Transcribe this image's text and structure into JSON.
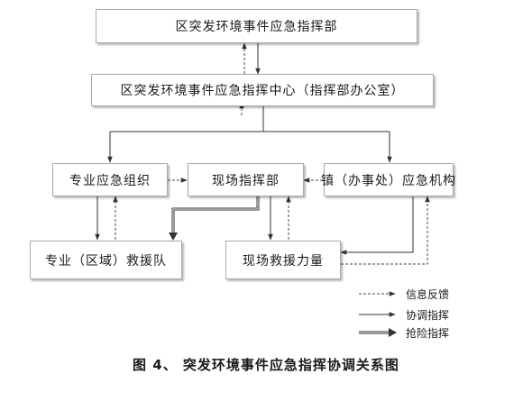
{
  "nodes": {
    "district_command": "区突发环境事件应急指挥部",
    "command_center": "区突发环境事件应急指挥中心（指挥部办公室）",
    "professional_org": "专业应急组织",
    "onsite_command": "现场指挥部",
    "town_agency": "镇（办事处）应急机构",
    "rescue_team": "专业（区域）救援队",
    "onsite_rescue": "现场救援力量"
  },
  "legend": {
    "feedback": "信息反馈",
    "coordinate": "协调指挥",
    "emergency": "抢险指挥"
  },
  "caption": "图 4、 突发环境事件应急指挥协调关系图"
}
